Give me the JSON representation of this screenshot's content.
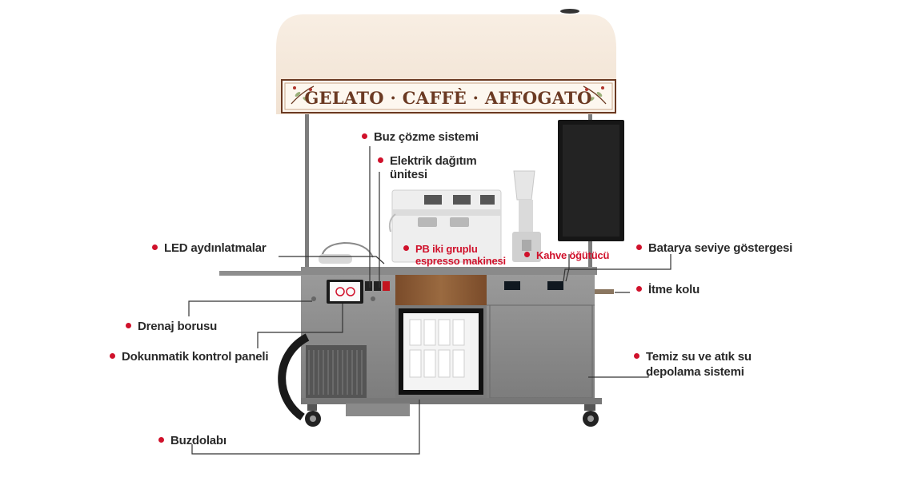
{
  "banner": {
    "text": "GELATO · CAFFÈ · AFFOGATO"
  },
  "labels": {
    "defrost": "Buz çözme sistemi",
    "power_line1": "Elektrik dağıtım",
    "power_line2": "ünitesi",
    "led": "LED aydınlatmalar",
    "espresso_line1": "PB iki gruplu",
    "espresso_line2": "espresso makinesi",
    "grinder": "Kahve öğütücü",
    "battery": "Batarya seviye göstergesi",
    "handle": "İtme kolu",
    "drain": "Drenaj borusu",
    "touch_panel": "Dokunmatik kontrol paneli",
    "water_line1": "Temiz su ve atık su",
    "water_line2": "depolama sistemi",
    "fridge": "Buzdolabı"
  },
  "colors": {
    "accent": "#d0112b",
    "canopy": "#f5e8da",
    "banner_text": "#6b3a23",
    "steel": "#8c8c8c",
    "wood": "#8a5a34"
  },
  "icons": [
    "vine-ornament-left",
    "vine-ornament-right"
  ]
}
